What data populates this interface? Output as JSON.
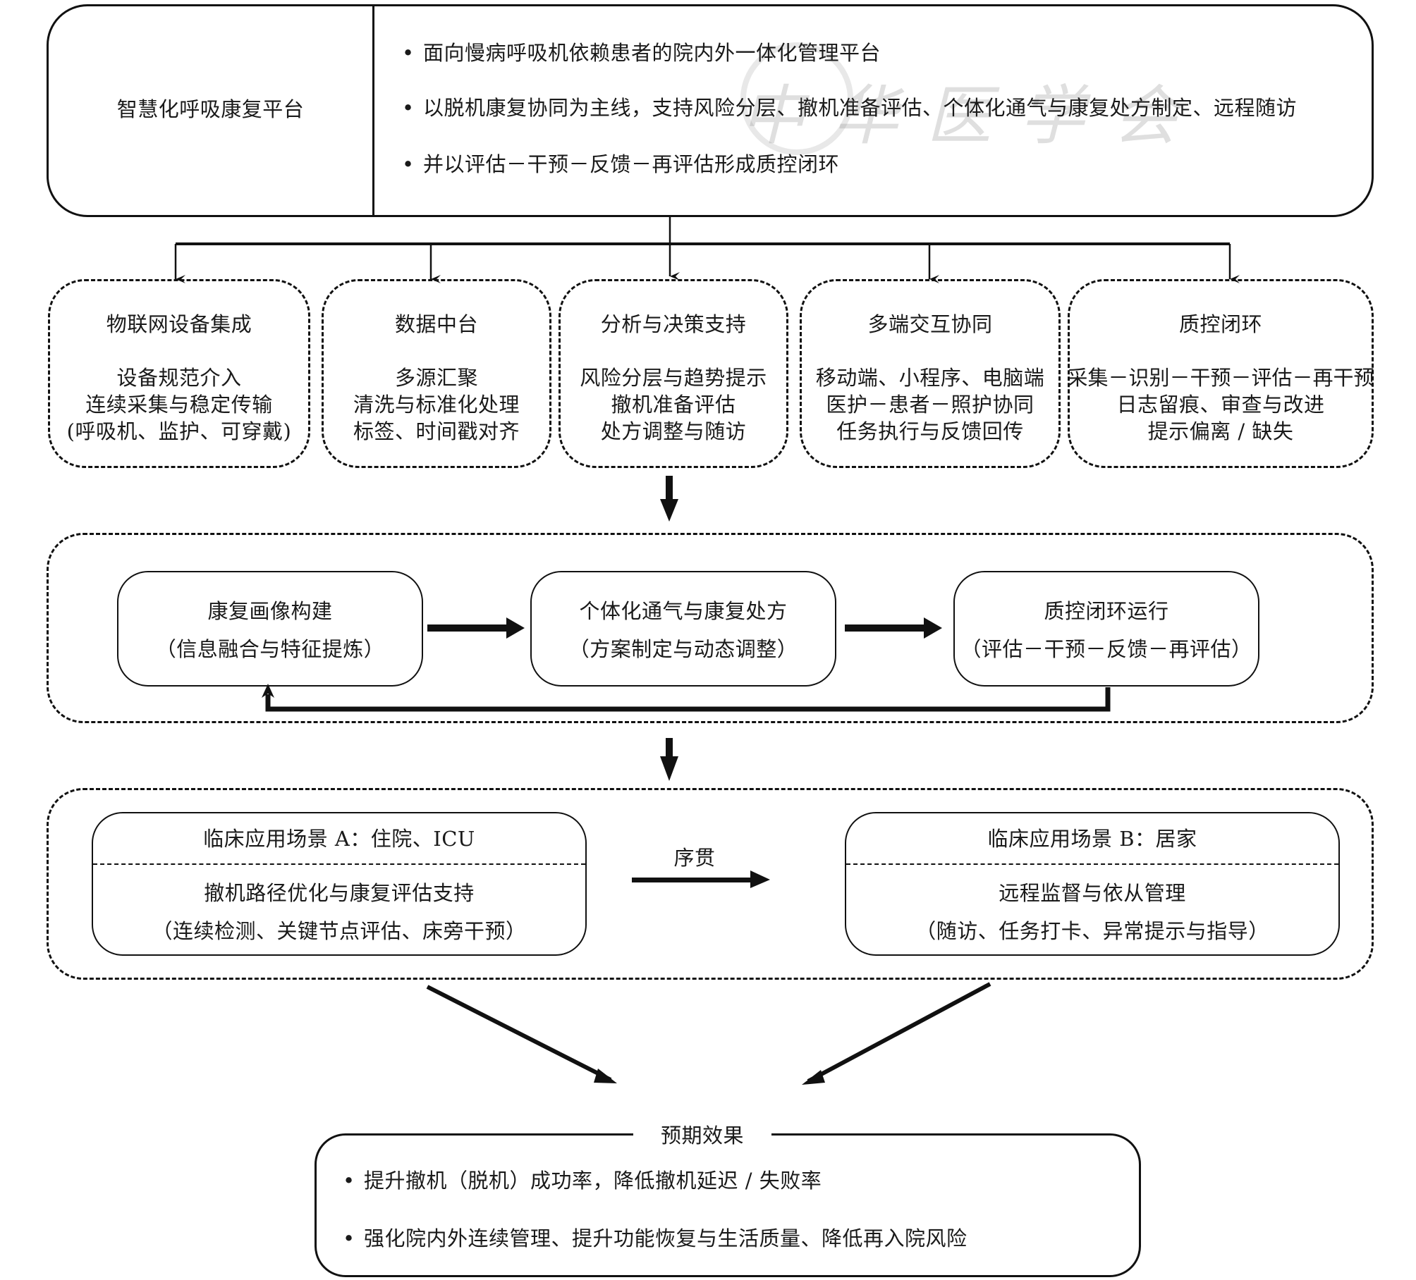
{
  "platform": {
    "title": "智慧化呼吸康复平台",
    "bullets": [
      "面向慢病呼吸机依赖患者的院内外一体化管理平台",
      "以脱机康复协同为主线，支持风险分层、撤机准备评估、个体化通气与康复处方制定、远程随访",
      "并以评估－干预－反馈－再评估形成质控闭环"
    ]
  },
  "modules": [
    {
      "title": "物联网设备集成",
      "lines": [
        "设备规范介入",
        "连续采集与稳定传输",
        "(呼吸机、监护、可穿戴)"
      ]
    },
    {
      "title": "数据中台",
      "lines": [
        "多源汇聚",
        "清洗与标准化处理",
        "标签、时间戳对齐"
      ]
    },
    {
      "title": "分析与决策支持",
      "lines": [
        "风险分层与趋势提示",
        "撤机准备评估",
        "处方调整与随访"
      ]
    },
    {
      "title": "多端交互协同",
      "lines": [
        "移动端、小程序、电脑端",
        "医护－患者－照护协同",
        "任务执行与反馈回传"
      ]
    },
    {
      "title": "质控闭环",
      "lines": [
        "采集－识别－干预－评估－再干预",
        "日志留痕、审查与改进",
        "提示偏离 / 缺失"
      ]
    }
  ],
  "process": [
    {
      "title": "康复画像构建",
      "subtitle": "（信息融合与特征提炼）"
    },
    {
      "title": "个体化通气与康复处方",
      "subtitle": "（方案制定与动态调整）"
    },
    {
      "title": "质控闭环运行",
      "subtitle": "（评估－干预－反馈－再评估）"
    }
  ],
  "scenarios": {
    "a": {
      "header": "临床应用场景 A：住院、ICU",
      "main": "撤机路径优化与康复评估支持",
      "detail": "（连续检测、关键节点评估、床旁干预）"
    },
    "connector_label": "序贯",
    "b": {
      "header": "临床应用场景 B：居家",
      "main": "远程监督与依从管理",
      "detail": "（随访、任务打卡、异常提示与指导）"
    }
  },
  "outcome": {
    "title": "预期效果",
    "bullets": [
      "提升撤机（脱机）成功率，降低撤机延迟 / 失败率",
      "强化院内外连续管理、提升功能恢复与生活质量、降低再入院风险"
    ]
  },
  "watermark": {
    "text": "中华医学会"
  }
}
